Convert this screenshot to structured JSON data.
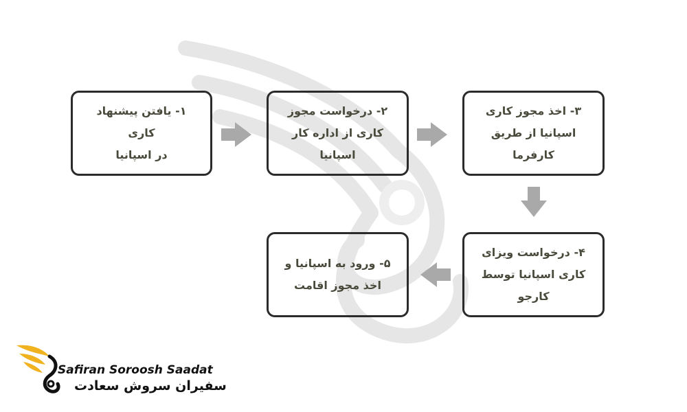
{
  "steps": [
    {
      "line1": "۱- یافتن پیشنهاد کاری",
      "line2": "در اسپانیا"
    },
    {
      "line1": "۲- درخواست مجوز",
      "line2": "کاری از اداره کار اسپانیا"
    },
    {
      "line1": "۳- اخذ مجوز کاری",
      "line2": "اسپانیا از طریق کارفرما"
    },
    {
      "line1": "۴- درخواست ویزای",
      "line2": "کاری اسپانیا توسط",
      "line3": "کارجو"
    },
    {
      "line1": "۵- ورود به اسپانیا و",
      "line2": "اخذ مجوز اقامت"
    }
  ],
  "logo": {
    "name_en": "Safiran Soroosh Saadat",
    "name_fa": "سفیران سروش سعادت"
  },
  "colors": {
    "box_border": "#2b2b2b",
    "step_text": "#4a4a3c",
    "arrow": "#a9a9a9",
    "logo_gold": "#f0b21f"
  },
  "icons": {
    "arrows": "gray-block-arrow",
    "watermark": "wing-logo-watermark"
  }
}
